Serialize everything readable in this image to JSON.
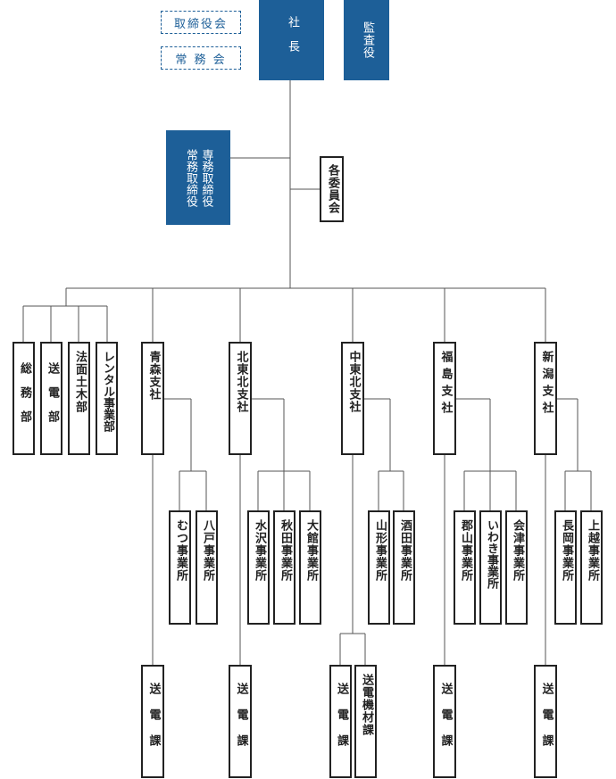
{
  "top": {
    "board": "取締役会",
    "managing_board": "常 務 会",
    "president": "社長",
    "auditor": "監査役",
    "senior_exec": "専務取締役",
    "managing_exec": "常務取締役",
    "committees": "各委員会"
  },
  "departments": {
    "soumu": "総務部",
    "souden": "送電部",
    "houmen": "法面土木部",
    "rental": "レンタル事業部"
  },
  "branches": [
    {
      "name": "青森支社",
      "offices": [
        "むつ事業所",
        "八戸事業所"
      ],
      "sections": [
        "送電課"
      ]
    },
    {
      "name": "北東北支社",
      "offices": [
        "水沢事業所",
        "秋田事業所",
        "大館事業所"
      ],
      "sections": [
        "送電課"
      ]
    },
    {
      "name": "中東北支社",
      "offices": [
        "山形事業所",
        "酒田事業所"
      ],
      "sections": [
        "送電課",
        "送電機材課"
      ]
    },
    {
      "name": "福島支社",
      "offices": [
        "郡山事業所",
        "いわき事業所",
        "会津事業所"
      ],
      "sections": [
        "送電課"
      ]
    },
    {
      "name": "新潟支社",
      "offices": [
        "長岡事業所",
        "上越事業所"
      ],
      "sections": [
        "送電課"
      ]
    }
  ],
  "colors": {
    "accent": "#1d5f98",
    "border": "#222222",
    "line": "#555555"
  }
}
